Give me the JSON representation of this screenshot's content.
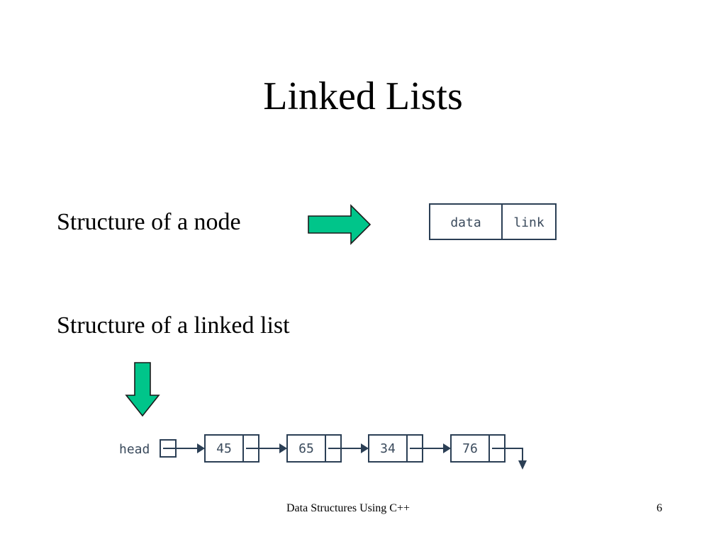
{
  "slide": {
    "title": "Linked Lists",
    "bullets": [
      "Structure of a node",
      "Structure of a linked list"
    ],
    "footer": "Data Structures Using C++",
    "page_number": "6"
  },
  "node_figure": {
    "data_label": "data",
    "link_label": "link"
  },
  "list_figure": {
    "head_label": "head",
    "values": [
      "45",
      "65",
      "34",
      "76"
    ]
  },
  "colors": {
    "arrow_fill": "#00c58a",
    "diagram_stroke": "#2b3f55",
    "diagram_text": "#3a4a5c"
  }
}
